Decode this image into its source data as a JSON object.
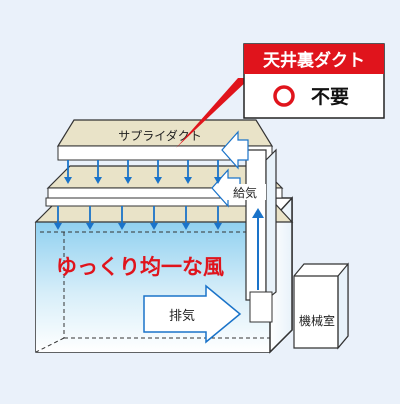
{
  "callout": {
    "title": "天井裏ダクト",
    "status": "不要"
  },
  "labels": {
    "supply_duct": "サプライダクト",
    "supply_air": "給気",
    "exhaust": "排気",
    "machine_room": "機械室",
    "airflow": "ゆっくり均一な風"
  },
  "colors": {
    "background": "#eaf1fa",
    "callout_header": "#e0141c",
    "airflow_text": "#e0141c",
    "duct_fill": "#e9e3c8",
    "arrow_blue": "#1a73c9",
    "air_gradient": "#bfe3f6"
  }
}
